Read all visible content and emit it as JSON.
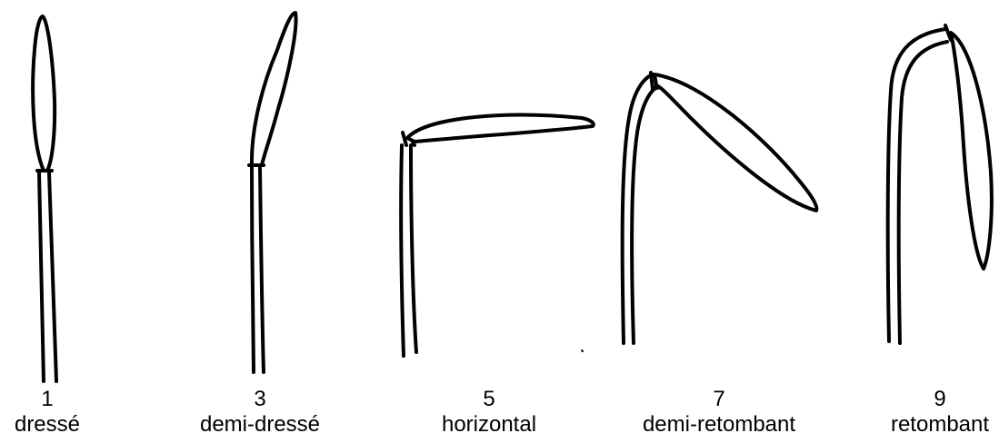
{
  "stages": [
    {
      "number": "1",
      "label": "dressé"
    },
    {
      "number": "3",
      "label": "demi-dressé"
    },
    {
      "number": "5",
      "label": "horizontal"
    },
    {
      "number": "7",
      "label": "demi-retombant"
    },
    {
      "number": "9",
      "label": "retombant"
    }
  ],
  "colors": {
    "ink": "#000000",
    "background": "#ffffff"
  }
}
